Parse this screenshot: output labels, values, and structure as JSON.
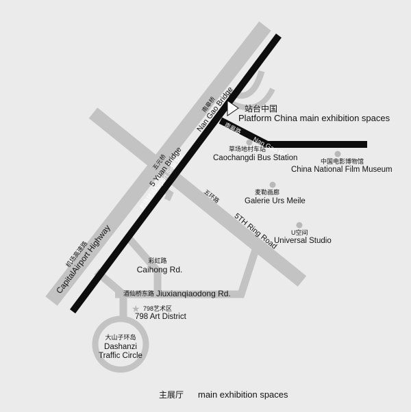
{
  "map": {
    "roads": {
      "capital_airport_highway": {
        "cn": "机场高速路",
        "en": "CapitalAirport Highway"
      },
      "airport_side_rd": {
        "cn": "机场辅路",
        "en": "Airport Side Rd."
      },
      "nan_gao_bridge": {
        "cn": "南皋桥",
        "en": "Nan Gao Bridge"
      },
      "wu_yuan_bridge": {
        "cn": "五元桥",
        "en": "5 Yuan Bridge"
      },
      "nan_gao_rd": {
        "cn": "南皋路",
        "en": "Nan Gao Rd."
      },
      "fifth_ring_road": {
        "cn": "五环路",
        "en": "5TH Ring Road"
      },
      "caihong_rd": {
        "cn": "彩虹路",
        "en": "Caihong Rd."
      },
      "jiuxianqiao_rd": {
        "cn": "酒仙桥东路",
        "en": "Jiuxianqiaodong Rd."
      }
    },
    "places": {
      "platform_china": {
        "cn": "站台中国",
        "en": "Platform China main exhibition spaces"
      },
      "caochangdi_bus": {
        "cn": "草场地村车站",
        "en": "Caochangdi Bus Station"
      },
      "film_museum": {
        "cn": "中国电影博物馆",
        "en": "China National Film Museum"
      },
      "galerie_urs_meile": {
        "cn": "麦勒画廊",
        "en": "Galerie Urs Meile"
      },
      "universal_studio": {
        "cn": "U空间",
        "en": "Universal Studio"
      },
      "art_district_798": {
        "cn": "798艺术区",
        "en": "798 Art District"
      },
      "dashanzi_circle": {
        "cn": "大山子环岛",
        "en_line1": "Dashanzi",
        "en_line2": "Traffic Circle"
      }
    },
    "legend": {
      "cn": "主展厅",
      "en": "main exhibition spaces"
    },
    "colors": {
      "background": "#ebebeb",
      "minor_road": "#c3c3c3",
      "highway": "#0d0d0d",
      "marker": "#ffffff"
    }
  }
}
